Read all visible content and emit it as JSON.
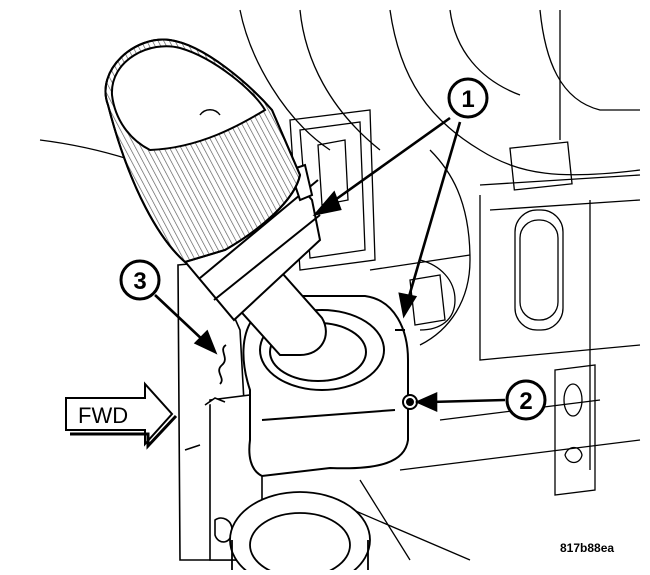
{
  "callouts": [
    {
      "label": "1"
    },
    {
      "label": "2"
    },
    {
      "label": "3"
    }
  ],
  "fwd_label": "FWD",
  "figure_code": "817b88ea"
}
